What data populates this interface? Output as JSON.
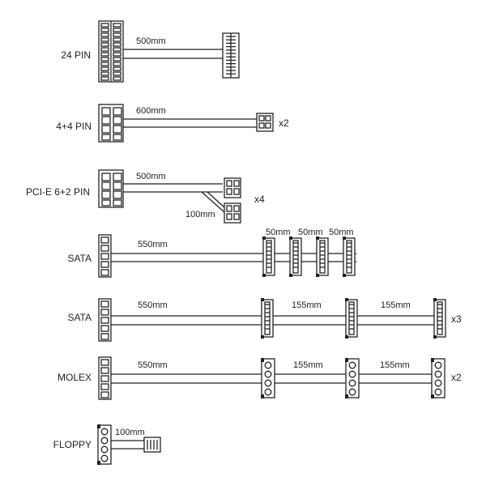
{
  "cables": [
    {
      "label": "24 PIN",
      "length": "500mm"
    },
    {
      "label": "4+4 PIN",
      "length": "600mm",
      "count": "x2"
    },
    {
      "label": "PCI-E 6+2 PIN",
      "length": "500mm",
      "extra_length": "100mm",
      "count": "x4"
    },
    {
      "label": "SATA",
      "length": "550mm",
      "spacing": [
        "50mm",
        "50mm",
        "50mm"
      ]
    },
    {
      "label": "SATA",
      "length": "550mm",
      "spacing": [
        "155mm",
        "155mm"
      ],
      "count": "x3"
    },
    {
      "label": "MOLEX",
      "length": "550mm",
      "spacing": [
        "155mm",
        "155mm"
      ],
      "count": "x2"
    },
    {
      "label": "FLOPPY",
      "length": "100mm"
    }
  ]
}
